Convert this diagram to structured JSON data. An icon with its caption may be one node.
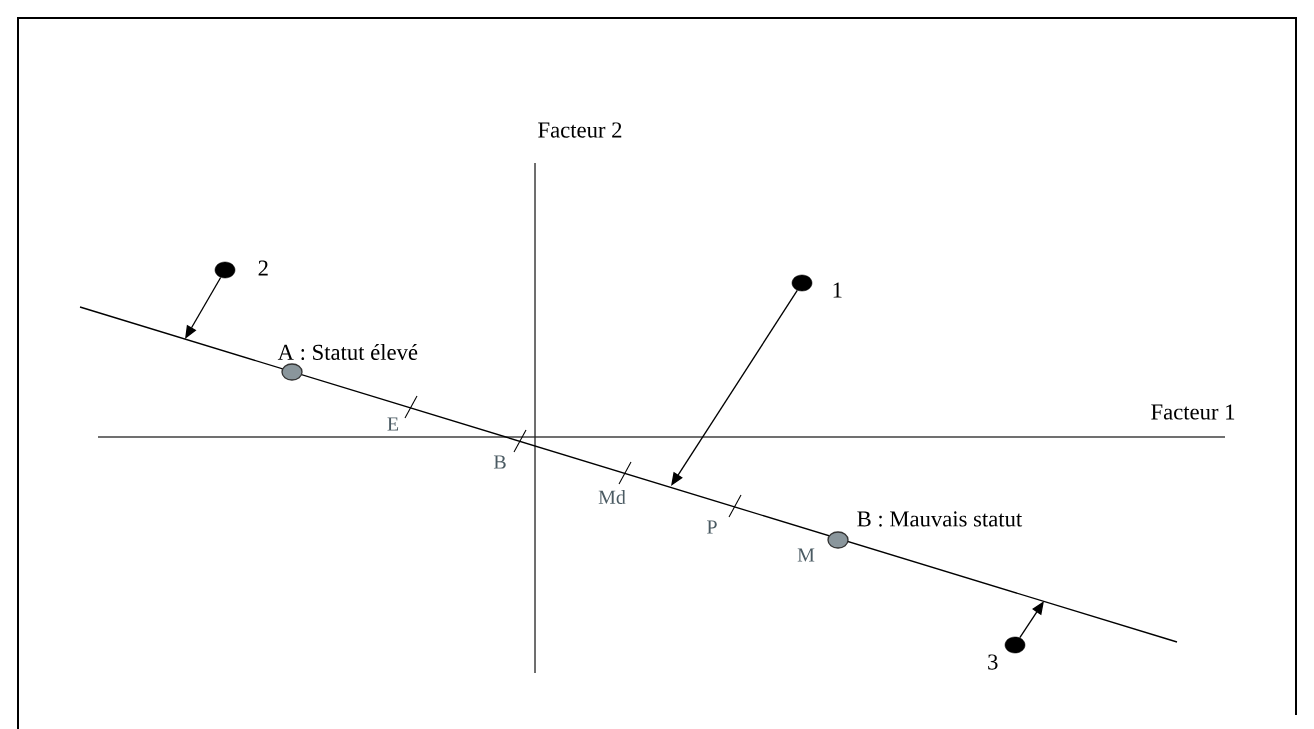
{
  "diagram": {
    "nodes": [
      {
        "text": [],
        "shape": "circle",
        "beside": [
          "2"
        ]
      },
      {
        "text": [],
        "shape": "circle",
        "beside": [
          "1"
        ]
      },
      {
        "text": [],
        "shape": "circle",
        "beside": [
          "A : Statut élevé"
        ]
      },
      {
        "text": [],
        "shape": "circle",
        "beside": [
          "B : Mauvais statut"
        ]
      },
      {
        "text": [],
        "shape": "circle",
        "beside": [
          "3"
        ]
      }
    ],
    "edges": [
      {
        "from": 0,
        "to": null,
        "arrow": "to"
      },
      {
        "from": 1,
        "to": null,
        "arrow": "to"
      },
      {
        "from": 4,
        "to": null,
        "arrow": "to"
      }
    ],
    "labels": [
      "Facteur 2",
      "Facteur 1",
      "E",
      "B",
      "Md",
      "P",
      "M"
    ]
  }
}
